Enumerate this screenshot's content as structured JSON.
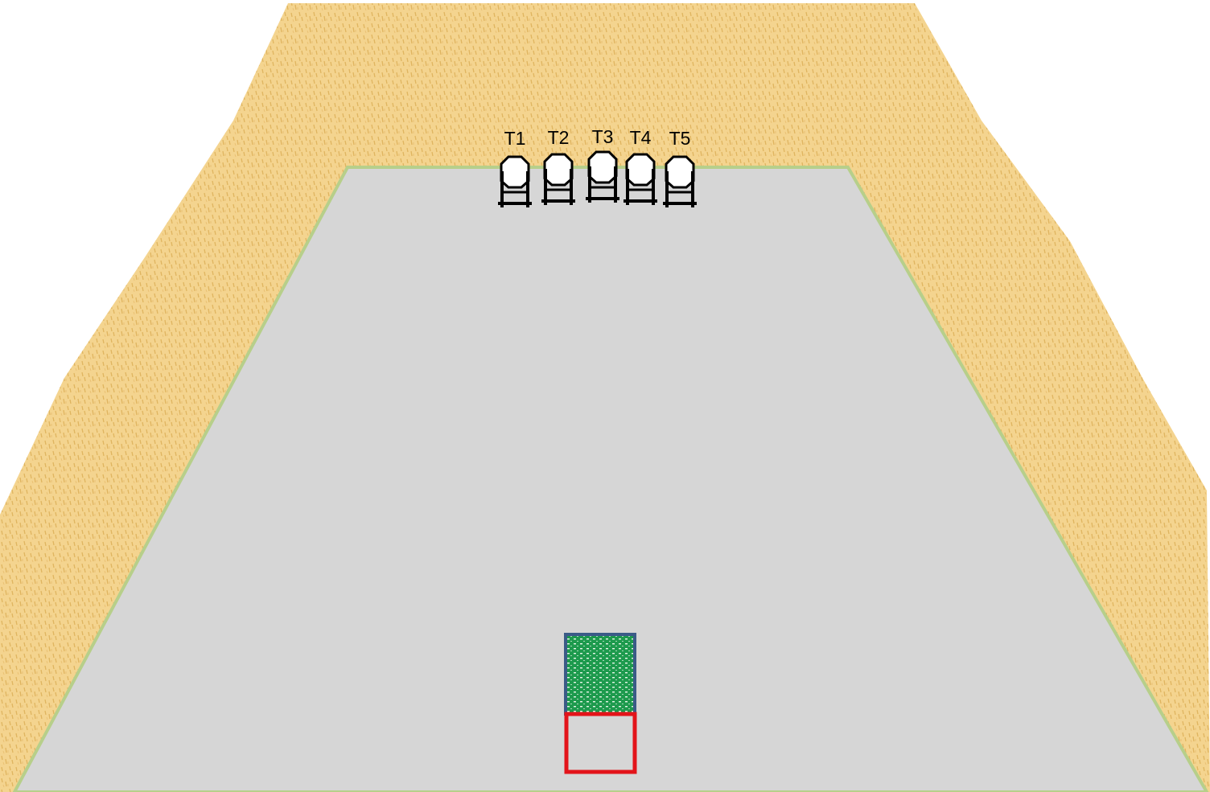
{
  "targets": [
    {
      "id": "t1",
      "label": "T1"
    },
    {
      "id": "t2",
      "label": "T2"
    },
    {
      "id": "t3",
      "label": "T3"
    },
    {
      "id": "t4",
      "label": "T4"
    },
    {
      "id": "t5",
      "label": "T5"
    }
  ],
  "colors": {
    "sand": "#f4d48f",
    "sand_dark": "#d9a94e",
    "floor": "#d6d6d6",
    "floor_edge": "#b7cf8a",
    "mat_fill": "#1d9a4d",
    "mat_border": "#3b5b87",
    "start_box_border": "#e3141a"
  },
  "icons": {
    "target": "target-stand-icon"
  }
}
